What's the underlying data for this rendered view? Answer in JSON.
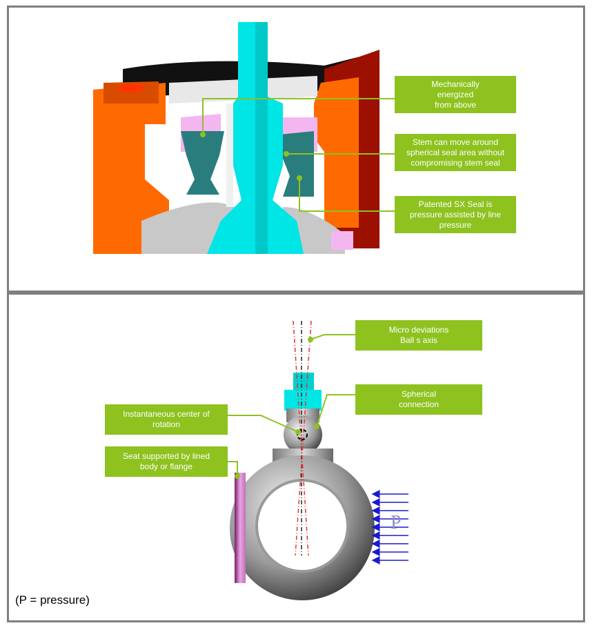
{
  "top_panel": {
    "callouts": [
      {
        "lines": [
          "Mechanically",
          "energized",
          "from above"
        ]
      },
      {
        "lines": [
          "Stem can move around",
          "spherical seal area without",
          "compromising stem seal"
        ]
      },
      {
        "lines": [
          "Patented SX Seal is",
          "pressure assisted by line",
          "pressure"
        ]
      }
    ]
  },
  "bottom_panel": {
    "callouts": [
      {
        "lines": [
          "Micro deviations",
          "Ball s axis"
        ]
      },
      {
        "lines": [
          "Spherical",
          "connection"
        ]
      },
      {
        "lines": [
          "Instantaneous center of",
          "rotation"
        ]
      },
      {
        "lines": [
          "Seat supported by lined",
          "body or flange"
        ]
      }
    ],
    "pressure_symbol": "P",
    "footnote": "(P = pressure)"
  },
  "colors": {
    "callout_green": "#8dc21f",
    "stem_cyan": "#00e5e5",
    "body_orange": "#ff6a00",
    "body_dark_red": "#9b1000",
    "seal_teal": "#2a7d7d",
    "seal_pink": "#f4b6f0",
    "arrow_blue": "#1a1acc"
  }
}
